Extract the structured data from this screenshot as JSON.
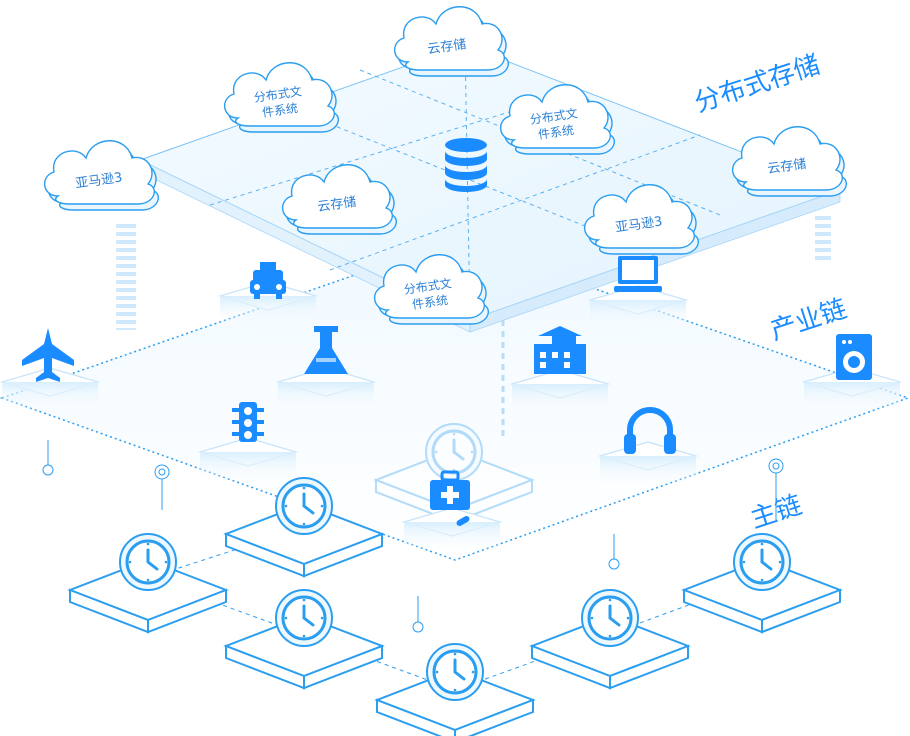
{
  "layers": {
    "storage": "分布式存储",
    "industry": "产业链",
    "main": "主链"
  },
  "clouds": [
    {
      "lines": [
        "云存储"
      ]
    },
    {
      "lines": [
        "分布式文",
        "件系统"
      ]
    },
    {
      "lines": [
        "分布式文",
        "件系统"
      ]
    },
    {
      "lines": [
        "亚马逊3"
      ]
    },
    {
      "lines": [
        "云存储"
      ]
    },
    {
      "lines": [
        "亚马逊3"
      ]
    },
    {
      "lines": [
        "云存储"
      ]
    },
    {
      "lines": [
        "分布式文",
        "件系统"
      ]
    }
  ],
  "colors": {
    "accent": "#1a8cff",
    "line": "#2b9ef0",
    "soft": "#bfe1fb",
    "panel": "#eaf6ff"
  },
  "icons": [
    "database-icon",
    "taxi-icon",
    "laptop-icon",
    "airplane-icon",
    "flask-icon",
    "factory-icon",
    "washing-machine-icon",
    "traffic-light-icon",
    "headphones-icon",
    "medical-kit-icon",
    "clock-icon"
  ]
}
